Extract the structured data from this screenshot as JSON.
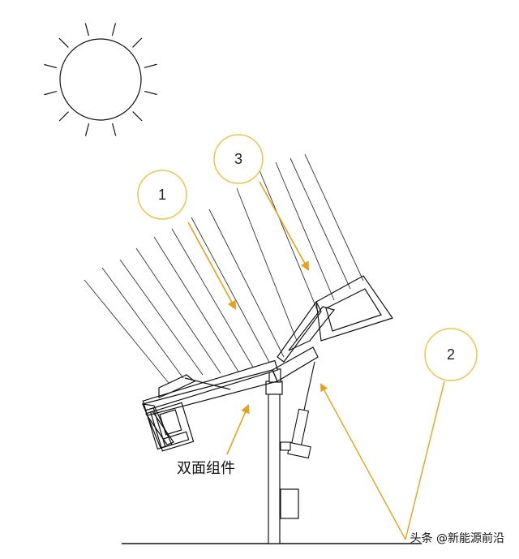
{
  "diagram": {
    "callouts": [
      {
        "label": "1"
      },
      {
        "label": "2"
      },
      {
        "label": "3"
      }
    ],
    "module_label": "双面组件",
    "watermark": "头条 @新能源前沿"
  },
  "colors": {
    "line": "#111111",
    "ray": "#333333",
    "accent_circle": "#e8c84a",
    "accent_arrow": "#e8a21a"
  }
}
